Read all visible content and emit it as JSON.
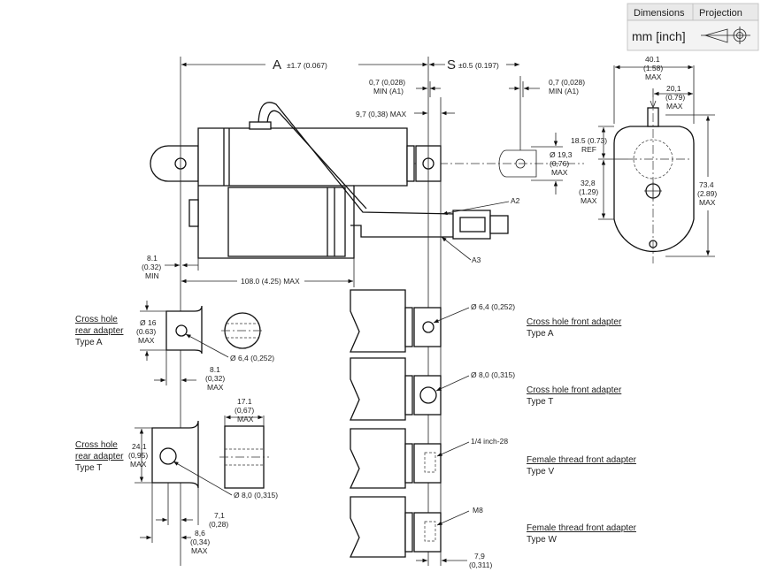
{
  "header": {
    "dimensions_label": "Dimensions",
    "projection_label": "Projection",
    "unit_label": "mm [inch]"
  },
  "dims": {
    "a_letter": "A",
    "a_tol": "±1.7 (0.067)",
    "s_letter": "S",
    "s_tol": "±0.5 (0.197)",
    "min_a1_left": [
      "0,7 (0,028)",
      "MIN (A1)"
    ],
    "min_a1_right": [
      "0,7 (0,028)",
      "MIN (A1)"
    ],
    "max_9_7": "9,7 (0,38) MAX",
    "dia_19_3": [
      "Ø 19,3",
      "(0,76)",
      "MAX"
    ],
    "ref_18_5": [
      "18.5 (0.73)",
      "REF"
    ],
    "d_32_8": [
      "32,8",
      "(1.29)",
      "MAX"
    ],
    "w_40_1": [
      "40.1",
      "(1.58)",
      "MAX"
    ],
    "w_20_1": [
      "20,1",
      "(0.79)",
      "MAX"
    ],
    "h_73_4": [
      "73.4",
      "(2.89)",
      "MAX"
    ],
    "a2": "A2",
    "a3": "A3",
    "min_8_1": [
      "8.1",
      "(0.32)",
      "MIN"
    ],
    "len_108": "108.0 (4.25) MAX",
    "dia_6_4_front": "Ø 6,4 (0,252)",
    "dia_8_0_front": "Ø 8,0 (0,315)",
    "thread_quarter": "1/4 inch-28",
    "thread_m8": "M8",
    "dia_16": [
      "Ø 16",
      "(0.63)",
      "MAX"
    ],
    "dia_6_4_rear": "Ø 6,4 (0,252)",
    "rear_8_1": [
      "8.1",
      "(0,32)",
      "MAX"
    ],
    "w_17_1": [
      "17.1",
      "(0,67)",
      "MAX"
    ],
    "h_24_1": [
      "24,1",
      "(0,95)",
      "MAX"
    ],
    "dia_8_0_rear": "Ø 8,0 (0,315)",
    "w_7_1": [
      "7,1",
      "(0,28)"
    ],
    "w_8_6": [
      "8,6",
      "(0,34)",
      "MAX"
    ],
    "w_7_9": [
      "7,9",
      "(0,311)"
    ]
  },
  "labels": {
    "rear_a": [
      "Cross hole",
      "rear adapter",
      "Type A"
    ],
    "rear_t": [
      "Cross hole",
      "rear adapter",
      "Type T"
    ],
    "front_a": [
      "Cross hole front adapter",
      "Type A"
    ],
    "front_t": [
      "Cross hole front adapter",
      "Type T"
    ],
    "front_v": [
      "Female thread front adapter",
      "Type V"
    ],
    "front_w": [
      "Female thread front adapter",
      "Type W"
    ]
  }
}
